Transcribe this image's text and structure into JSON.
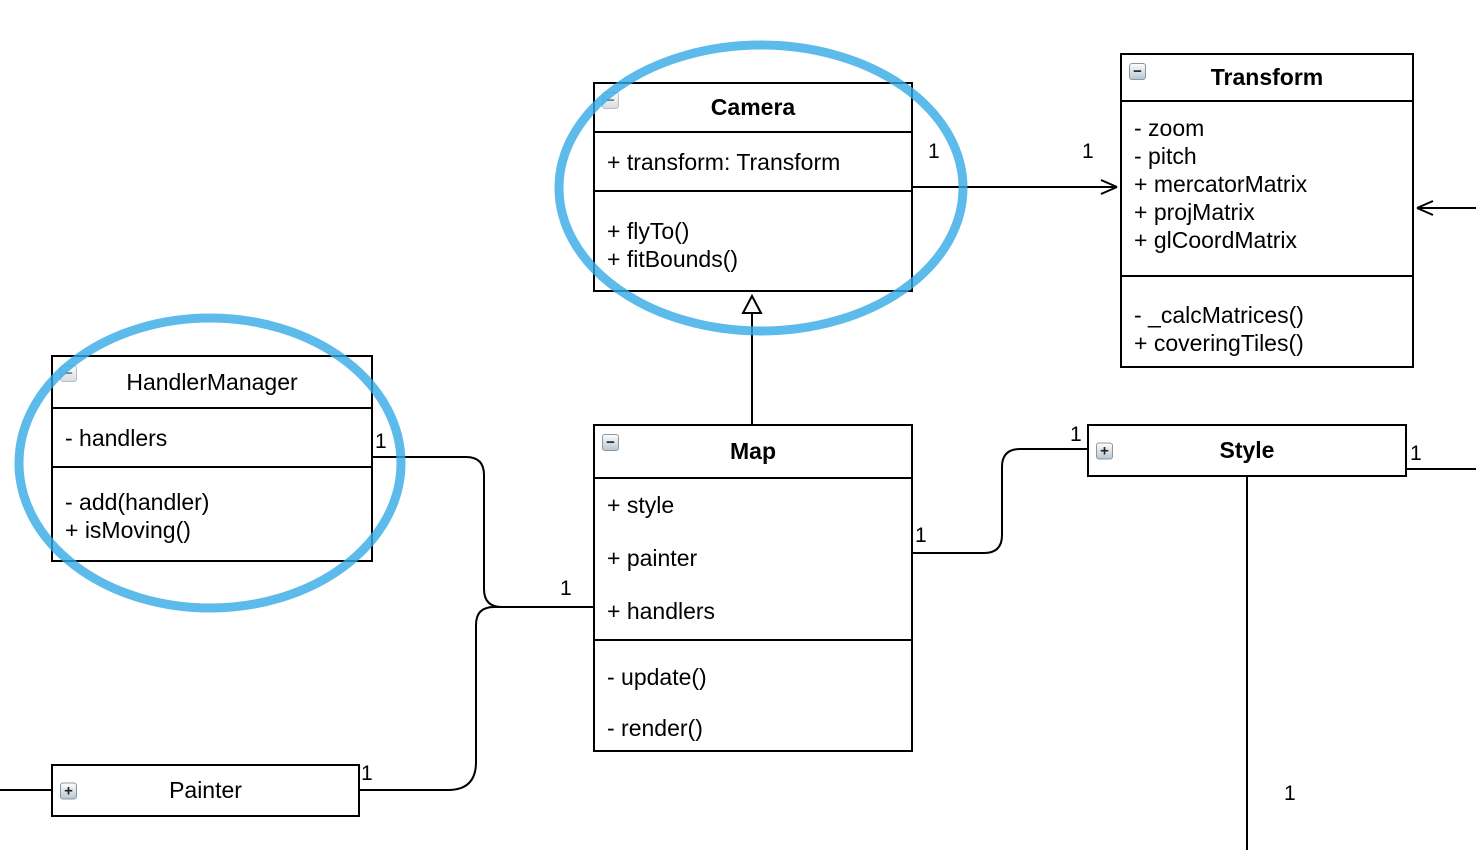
{
  "diagram": {
    "type": "uml-class-diagram",
    "background_color": "#ffffff",
    "highlight_color": "#33aae6",
    "line_color": "#000000",
    "icon_glyphs": {
      "minus": "−",
      "plus": "+"
    },
    "classes": {
      "camera": {
        "title": "Camera",
        "attributes": [
          "+ transform: Transform"
        ],
        "methods": [
          "+ flyTo()",
          "+ fitBounds()"
        ],
        "fold_icon": "minus",
        "highlighted": true
      },
      "transform": {
        "title": "Transform",
        "attributes": [
          "- zoom",
          "- pitch",
          "+ mercatorMatrix",
          "+ projMatrix",
          "+ glCoordMatrix"
        ],
        "methods": [
          "- _calcMatrices()",
          "+ coveringTiles()"
        ],
        "fold_icon": "minus",
        "highlighted": false
      },
      "handler_manager": {
        "title": "HandlerManager",
        "attributes": [
          "- handlers"
        ],
        "methods": [
          "- add(handler)",
          "+ isMoving()"
        ],
        "fold_icon": "minus",
        "highlighted": true
      },
      "map": {
        "title": "Map",
        "attributes": [
          "+ style",
          "+ painter",
          "+ handlers"
        ],
        "methods": [
          "- update()",
          "- render()"
        ],
        "fold_icon": "minus",
        "highlighted": false
      },
      "style": {
        "title": "Style",
        "attributes": [],
        "methods": [],
        "fold_icon": "plus",
        "highlighted": false
      },
      "painter": {
        "title": "Painter",
        "attributes": [],
        "methods": [],
        "fold_icon": "plus",
        "highlighted": false
      }
    },
    "relationships": [
      {
        "from": "Camera",
        "to": "Transform",
        "type": "association-open-arrow",
        "label_from": "1",
        "label_to": "1"
      },
      {
        "from": "Map",
        "to": "Camera",
        "type": "generalization"
      },
      {
        "from": "HandlerManager",
        "to": "Map",
        "type": "association",
        "label_from": "1",
        "label_to": "1"
      },
      {
        "from": "Painter",
        "to": "Map",
        "type": "association",
        "label_from": "1"
      },
      {
        "from": "Map",
        "to": "Style",
        "type": "association",
        "label_from": "1",
        "label_to": "1"
      },
      {
        "from": "Style",
        "to": "right-edge",
        "type": "association",
        "label_from": "1"
      },
      {
        "from": "Style",
        "to": "bottom-edge",
        "type": "association",
        "label_near_end": "1"
      },
      {
        "from": "right-edge",
        "to": "Transform",
        "type": "association-open-arrow"
      },
      {
        "from": "left-edge",
        "to": "Painter",
        "type": "association"
      }
    ],
    "multiplicities": [
      "1",
      "1",
      "1",
      "1",
      "1",
      "1",
      "1",
      "1",
      "1"
    ]
  }
}
